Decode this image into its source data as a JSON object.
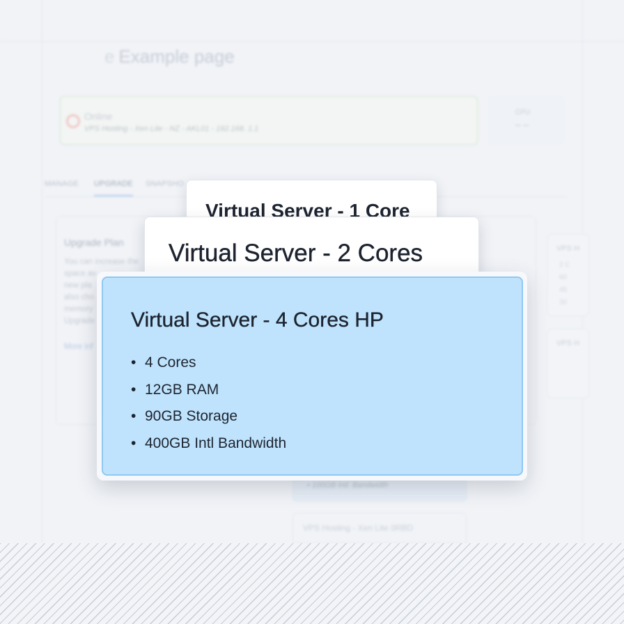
{
  "background": {
    "page_title_prefix": "e",
    "page_title": "Example page",
    "status": {
      "state": "Online",
      "detail": "VPS Hosting - Xen Lite - NZ - AKL01 - 192.168. 1.1"
    },
    "cpu": {
      "label": "CPU",
      "value": "-- --"
    },
    "tabs": [
      {
        "label": "MANAGE",
        "active": false
      },
      {
        "label": "UPGRADE",
        "active": true
      },
      {
        "label": "SNAPSHO",
        "active": false
      }
    ],
    "upgrade_panel": {
      "heading": "Upgrade Plan",
      "lines": [
        "You can increase the",
        "space av",
        "new pla",
        "also cho",
        "memory",
        "Upgrade"
      ],
      "more_link": "More inf"
    },
    "side_cards": [
      {
        "title": "VPS H",
        "items": [
          "2 C",
          "60",
          "45",
          "30"
        ]
      },
      {
        "title": "VPS H",
        "items": [
          "",
          "",
          ""
        ]
      }
    ],
    "lower_card_item": "• 100GB Intl. Bandwidth",
    "lower_card_title": "VPS Hosting - Xen Lite 0RBD"
  },
  "cards": {
    "card1": {
      "title": "Virtual Server - 1 Core"
    },
    "card2": {
      "title": "Virtual Server - 2 Cores"
    },
    "card3": {
      "title": "Virtual Server - 4 Cores HP",
      "bullet": "•",
      "specs": [
        "4 Cores",
        "12GB RAM",
        "90GB Storage",
        "400GB Intl Bandwidth"
      ]
    }
  },
  "colors": {
    "selected_card_fill": "#bfe3fc",
    "selected_card_border": "#8fc8f2",
    "active_tab_underline": "#a9c9ea",
    "status_border": "#cfe3c6"
  }
}
